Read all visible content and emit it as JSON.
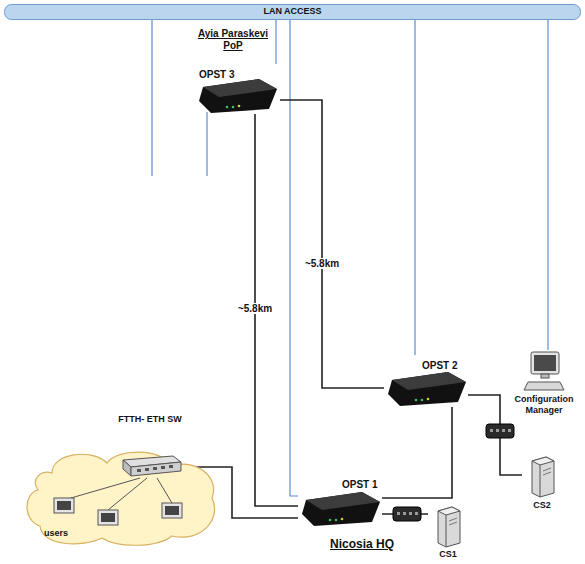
{
  "diagram": {
    "nodes": [
      {
        "text": [
          "LAN ACCESS"
        ]
      },
      {
        "text": [
          "OPST 3"
        ]
      },
      {
        "text": [
          "OPST 2"
        ]
      },
      {
        "text": [
          "OPST 1"
        ]
      },
      {
        "text": [
          "Configuration Manager"
        ]
      },
      {
        "text": [
          "CS2"
        ]
      },
      {
        "text": [
          "CS1"
        ]
      },
      {
        "text": [
          "users"
        ]
      },
      {
        "text": [
          "FTTH- ETH SW"
        ],
        "in": 7
      }
    ],
    "edges": [
      {
        "from": 0,
        "to": 1,
        "arrow": "none"
      },
      {
        "from": 0,
        "to": 2,
        "arrow": "none"
      },
      {
        "from": 0,
        "to": 3,
        "arrow": "none"
      },
      {
        "from": 0,
        "to": 4,
        "arrow": "none"
      },
      {
        "from": 1,
        "to": 3,
        "label": "~5.8km",
        "arrow": "none"
      },
      {
        "from": 1,
        "to": 2,
        "label": "~5.8km",
        "arrow": "none"
      },
      {
        "from": 3,
        "to": 2,
        "arrow": "none"
      },
      {
        "from": 3,
        "to": 8,
        "arrow": "none"
      },
      {
        "from": 3,
        "to": 6,
        "arrow": "none"
      },
      {
        "from": 2,
        "to": 5,
        "arrow": "none"
      }
    ],
    "labels": [
      "Ayia Paraskevi PoP",
      "Nicosia HQ"
    ]
  }
}
